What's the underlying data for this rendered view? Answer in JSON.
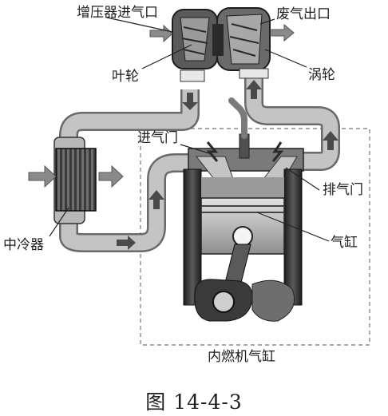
{
  "labels": {
    "turbo_inlet": "增压器进气口",
    "exhaust_outlet": "废气出口",
    "impeller": "叶轮",
    "turbine": "涡轮",
    "intake_valve": "进气门",
    "exhaust_valve": "排气门",
    "intercooler": "中冷器",
    "cylinder": "气缸",
    "engine_cylinder": "内燃机气缸"
  },
  "caption": "图 14-4-3",
  "colors": {
    "pipe": "#bdbdbd",
    "pipe_edge": "#6a6a6a",
    "metal_dark": "#2e2e2e",
    "arrow": "#8a8a8a",
    "dashed_box": "#8c8c8c"
  }
}
